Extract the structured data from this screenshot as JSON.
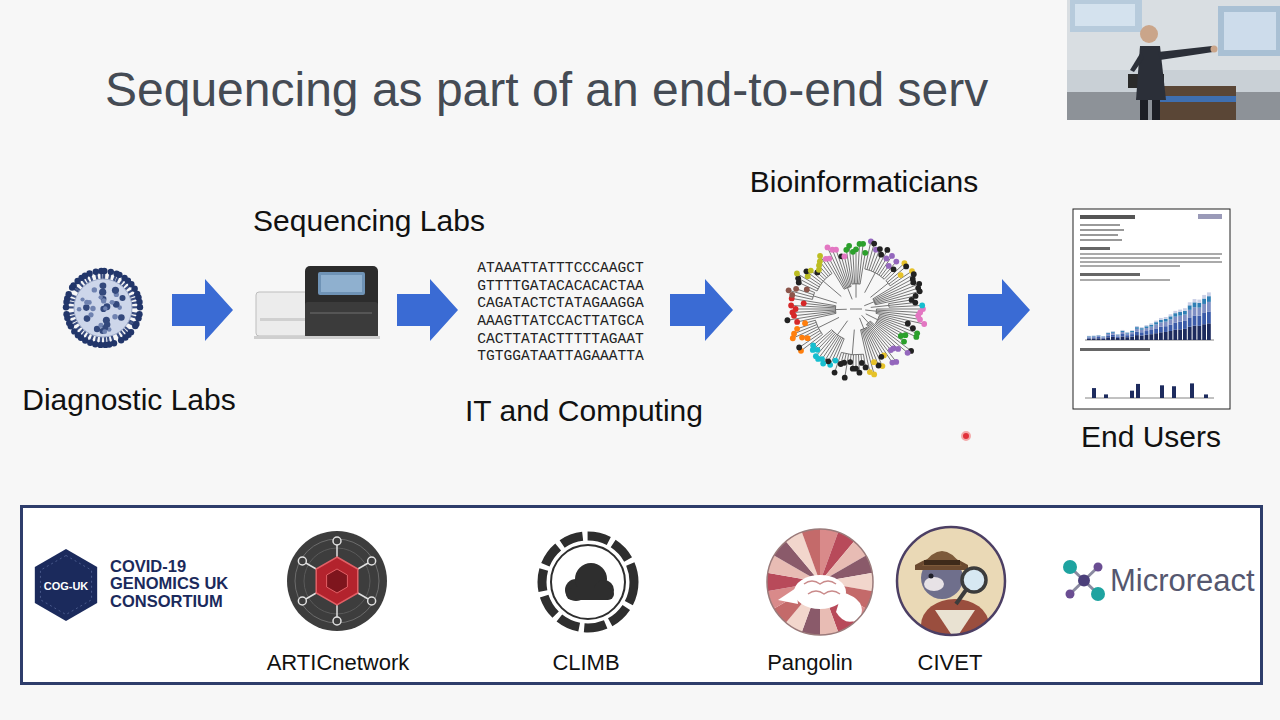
{
  "diagram": {
    "title": "Sequencing as part of an end-to-end serv",
    "nodes": [
      {
        "text": [
          "Diagnostic Labs"
        ]
      },
      {
        "text": [
          "Sequencing Labs"
        ]
      },
      {
        "text": [
          "ATAAATTATTTCCCAAGCT GTTTTGATACACACACTAA CAGATACTCTATAGAAGGA AAAGTTATCCACTTATGCA CACTTATACTTTTTAGAAT TGTGGATAATTAGAAATTA",
          "IT and Computing"
        ]
      },
      {
        "text": [
          "Bioinformaticians"
        ]
      },
      {
        "text": [
          "End Users"
        ]
      }
    ],
    "edges": [
      {
        "from": 0,
        "to": 1,
        "arrow": "to"
      },
      {
        "from": 1,
        "to": 2,
        "arrow": "to"
      },
      {
        "from": 2,
        "to": 3,
        "arrow": "to"
      },
      {
        "from": 3,
        "to": 4,
        "arrow": "to"
      }
    ],
    "labels": [
      "COG-UK",
      "COVID-19 GENOMICS UK CONSORTIUM",
      "ARTICnetwork",
      "CLIMB",
      "Pangolin",
      "CIVET",
      "Microreact"
    ]
  }
}
